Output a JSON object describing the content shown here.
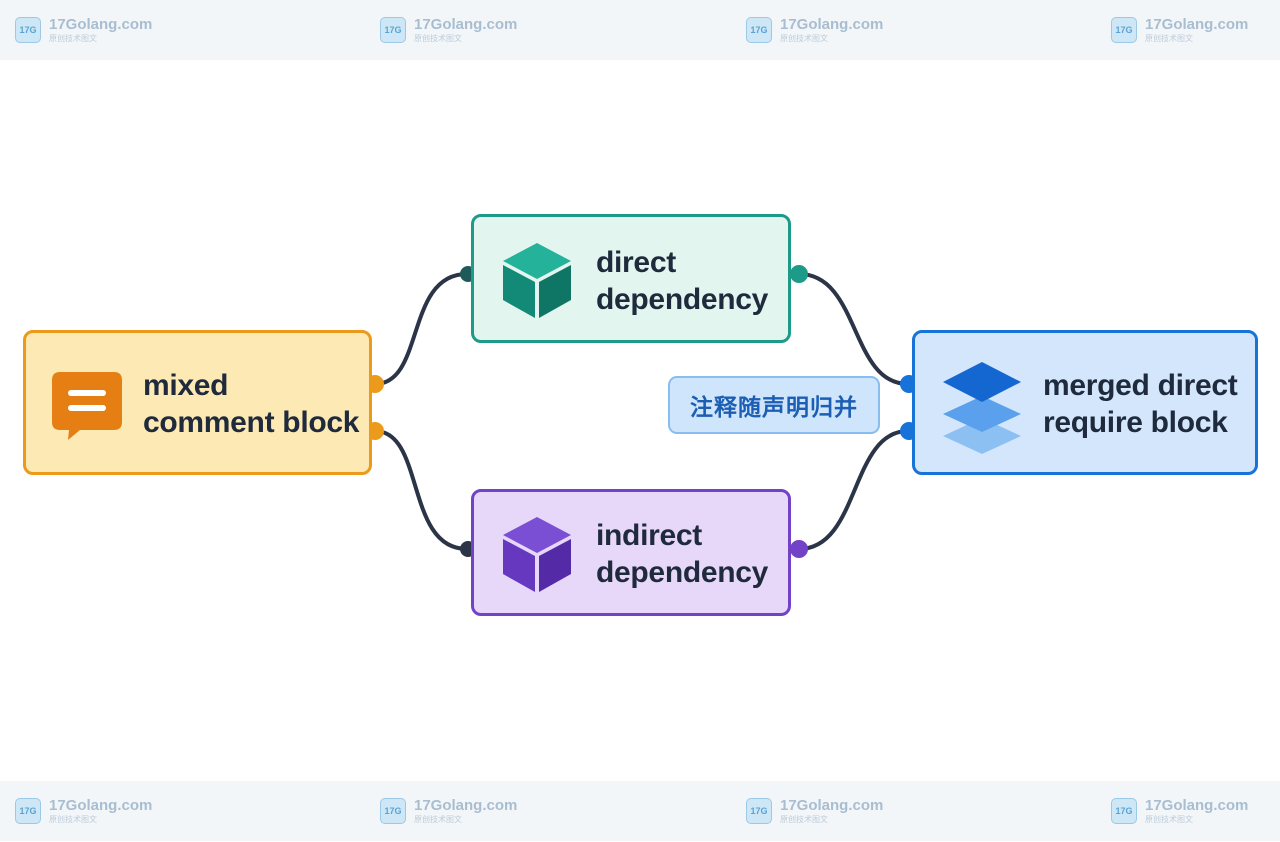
{
  "watermark": {
    "brand": "17Golang.com",
    "tagline": "原创技术图文",
    "logo_text": "17G"
  },
  "diagram": {
    "nodes": {
      "mixed": {
        "line1": "mixed",
        "line2": "comment block",
        "icon": "comment-icon",
        "color": "#ec9a1c"
      },
      "direct": {
        "line1": "direct",
        "line2": "dependency",
        "icon": "cube-icon",
        "color": "#1d9a88"
      },
      "indirect": {
        "line1": "indirect",
        "line2": "dependency",
        "icon": "cube-icon",
        "color": "#7343c7"
      },
      "merged": {
        "line1": "merged direct",
        "line2": "require block",
        "icon": "layers-icon",
        "color": "#1873d9"
      }
    },
    "edge_label": "注释随声明归并",
    "edges": [
      {
        "from": "mixed",
        "to": "direct"
      },
      {
        "from": "mixed",
        "to": "indirect"
      },
      {
        "from": "direct",
        "to": "merged"
      },
      {
        "from": "indirect",
        "to": "merged"
      }
    ]
  }
}
